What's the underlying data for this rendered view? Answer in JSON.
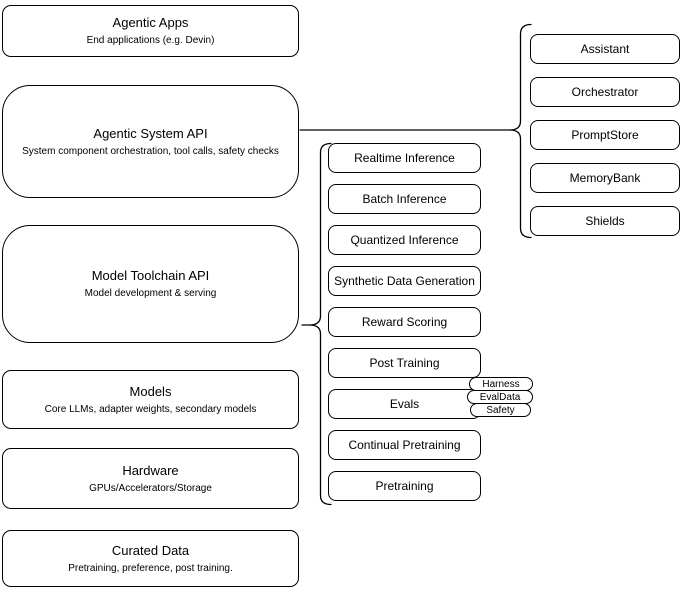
{
  "diagram": {
    "left_column": [
      {
        "title": "Agentic Apps",
        "subtitle": "End applications (e.g. Devin)"
      },
      {
        "title": "Agentic System API",
        "subtitle": "System component orchestration, tool calls, safety checks"
      },
      {
        "title": "Model Toolchain API",
        "subtitle": "Model development & serving"
      },
      {
        "title": "Models",
        "subtitle": "Core LLMs, adapter weights, secondary models"
      },
      {
        "title": "Hardware",
        "subtitle": "GPUs/Accelerators/Storage"
      },
      {
        "title": "Curated Data",
        "subtitle": "Pretraining, preference, post training."
      }
    ],
    "toolchain_items": [
      "Realtime Inference",
      "Batch Inference",
      "Quantized Inference",
      "Synthetic Data Generation",
      "Reward Scoring",
      "Post Training",
      "Evals",
      "Continual Pretraining",
      "Pretraining"
    ],
    "eval_tags": [
      "Harness",
      "EvalData",
      "Safety"
    ],
    "system_components": [
      "Assistant",
      "Orchestrator",
      "PromptStore",
      "MemoryBank",
      "Shields"
    ],
    "colors": {
      "stroke": "#000000",
      "background": "#ffffff"
    }
  }
}
